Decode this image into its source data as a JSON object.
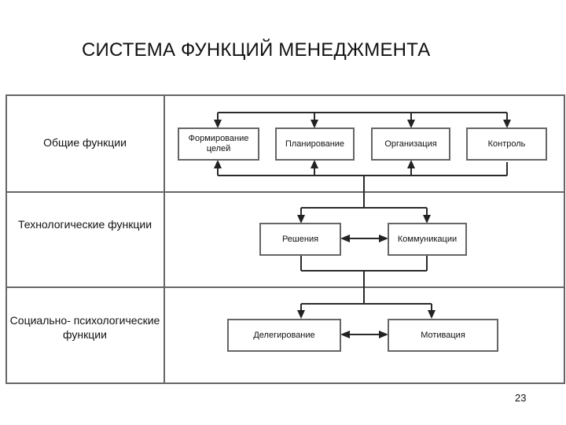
{
  "title": "СИСТЕМА ФУНКЦИЙ МЕНЕДЖМЕНТА",
  "rows": {
    "general": "Общие функции",
    "technological": "Технологические функции",
    "social_psychological": "Социально- психологические функции"
  },
  "boxes": {
    "goal_setting": "Формирование целей",
    "planning": "Планирование",
    "organization": "Организация",
    "control": "Контроль",
    "decisions": "Решения",
    "communications": "Коммуникации",
    "delegation": "Делегирование",
    "motivation": "Мотивация"
  },
  "page_number": "23",
  "colors": {
    "border": "#666666",
    "line": "#2a2a2a",
    "text": "#111111",
    "background": "#ffffff"
  }
}
